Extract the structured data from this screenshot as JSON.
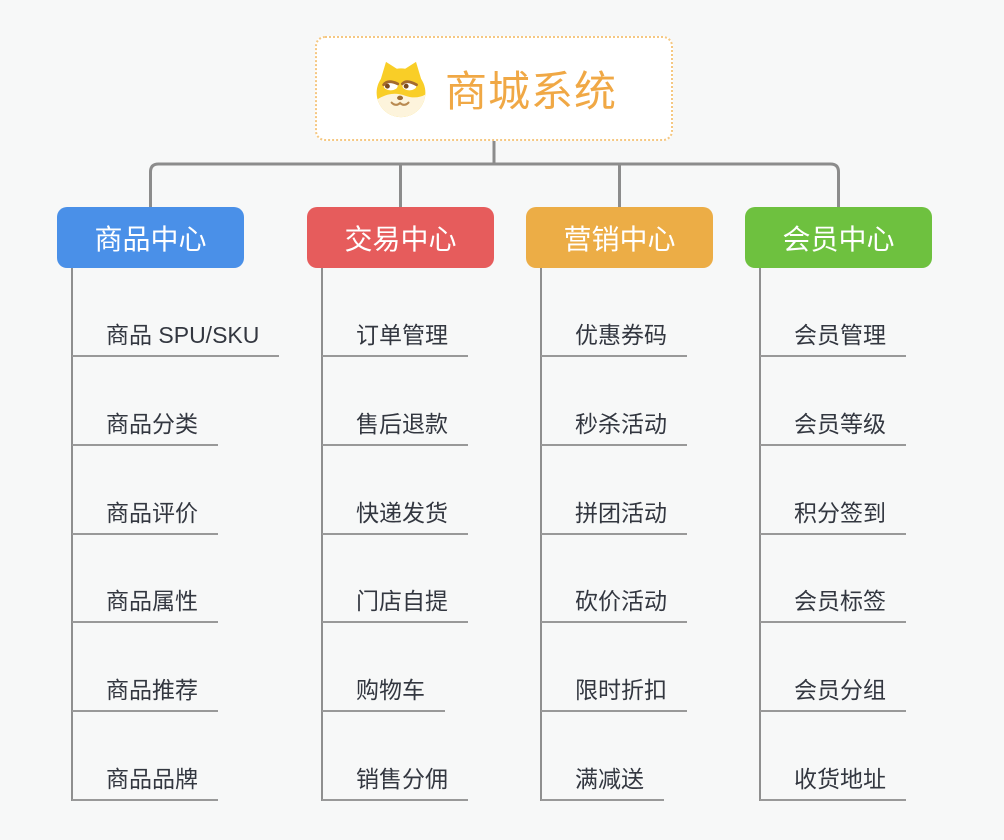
{
  "background_color": "#F7F8F8",
  "connector_color": "#8C8C8C",
  "root": {
    "title": "商城系统",
    "icon": "doge-icon",
    "text_color": "#F0A845",
    "border_color": "#F5C882",
    "fill_color": "#FFFFFF"
  },
  "leaf_style": {
    "text_color": "#333740",
    "underline_color": "#999999"
  },
  "branches": [
    {
      "label": "商品中心",
      "color": "#4A90E8",
      "children": [
        "商品 SPU/SKU",
        "商品分类",
        "商品评价",
        "商品属性",
        "商品推荐",
        "商品品牌"
      ]
    },
    {
      "label": "交易中心",
      "color": "#E65C5C",
      "children": [
        "订单管理",
        "售后退款",
        "快递发货",
        "门店自提",
        "购物车",
        "销售分佣"
      ]
    },
    {
      "label": "营销中心",
      "color": "#ECAD46",
      "children": [
        "优惠券码",
        "秒杀活动",
        "拼团活动",
        "砍价活动",
        "限时折扣",
        "满减送"
      ]
    },
    {
      "label": "会员中心",
      "color": "#6EC13F",
      "children": [
        "会员管理",
        "会员等级",
        "积分签到",
        "会员标签",
        "会员分组",
        "收货地址"
      ]
    }
  ]
}
